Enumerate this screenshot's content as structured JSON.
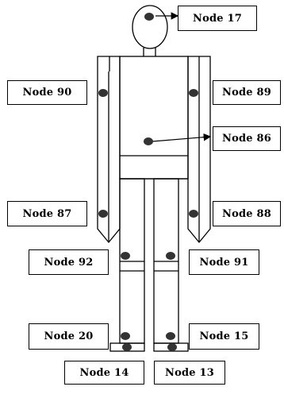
{
  "diagram": {
    "nodes": [
      {
        "id": "n17",
        "label": "Node 17"
      },
      {
        "id": "n90",
        "label": "Node 90"
      },
      {
        "id": "n89",
        "label": "Node 89"
      },
      {
        "id": "n86",
        "label": "Node 86"
      },
      {
        "id": "n87",
        "label": "Node 87"
      },
      {
        "id": "n88",
        "label": "Node 88"
      },
      {
        "id": "n92",
        "label": "Node 92"
      },
      {
        "id": "n91",
        "label": "Node 91"
      },
      {
        "id": "n20",
        "label": "Node 20"
      },
      {
        "id": "n15",
        "label": "Node 15"
      },
      {
        "id": "n14",
        "label": "Node 14"
      },
      {
        "id": "n13",
        "label": "Node 13"
      }
    ]
  }
}
